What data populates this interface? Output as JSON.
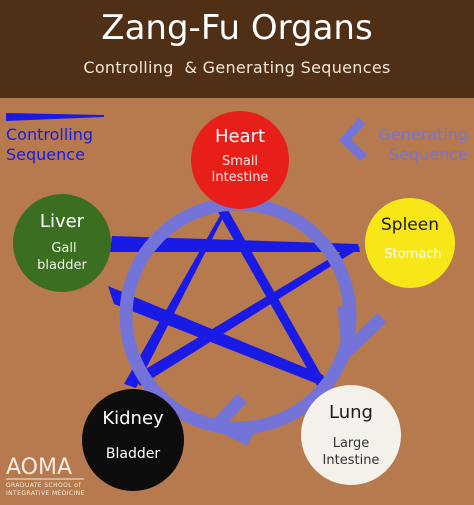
{
  "title": "Zang-Fu Organs",
  "subtitle": "Controlling  & Generating Sequences",
  "legend": {
    "controlling": {
      "line1": "Controlling",
      "line2": "Sequence",
      "color": "#1a1ae6"
    },
    "generating": {
      "line1": "Generating",
      "line2": "Sequence",
      "color": "#7474d8"
    }
  },
  "organs": {
    "heart": {
      "name": "Heart",
      "line1": "Small",
      "line2": "Intestine",
      "color": "#e81f19"
    },
    "spleen": {
      "name": "Spleen",
      "line1": "Stomach",
      "color": "#f7e718"
    },
    "lung": {
      "name": "Lung",
      "line1": "Large",
      "line2": "Intestine",
      "color": "#f4f0ea"
    },
    "kidney": {
      "name": "Kidney",
      "line1": "Bladder",
      "color": "#0d0d0d"
    },
    "liver": {
      "name": "Liver",
      "line1": "Gall",
      "line2": "bladder",
      "color": "#3b6e21"
    }
  },
  "logo": {
    "text": "AOMA",
    "tagline1": "GRADUATE SCHOOL of",
    "tagline2": "INTEGRATIVE MEDICINE"
  },
  "colors": {
    "header": "#4f3016",
    "background": "#b67a4e",
    "controlling": "#1a1ae6",
    "generating": "#7474d8"
  }
}
